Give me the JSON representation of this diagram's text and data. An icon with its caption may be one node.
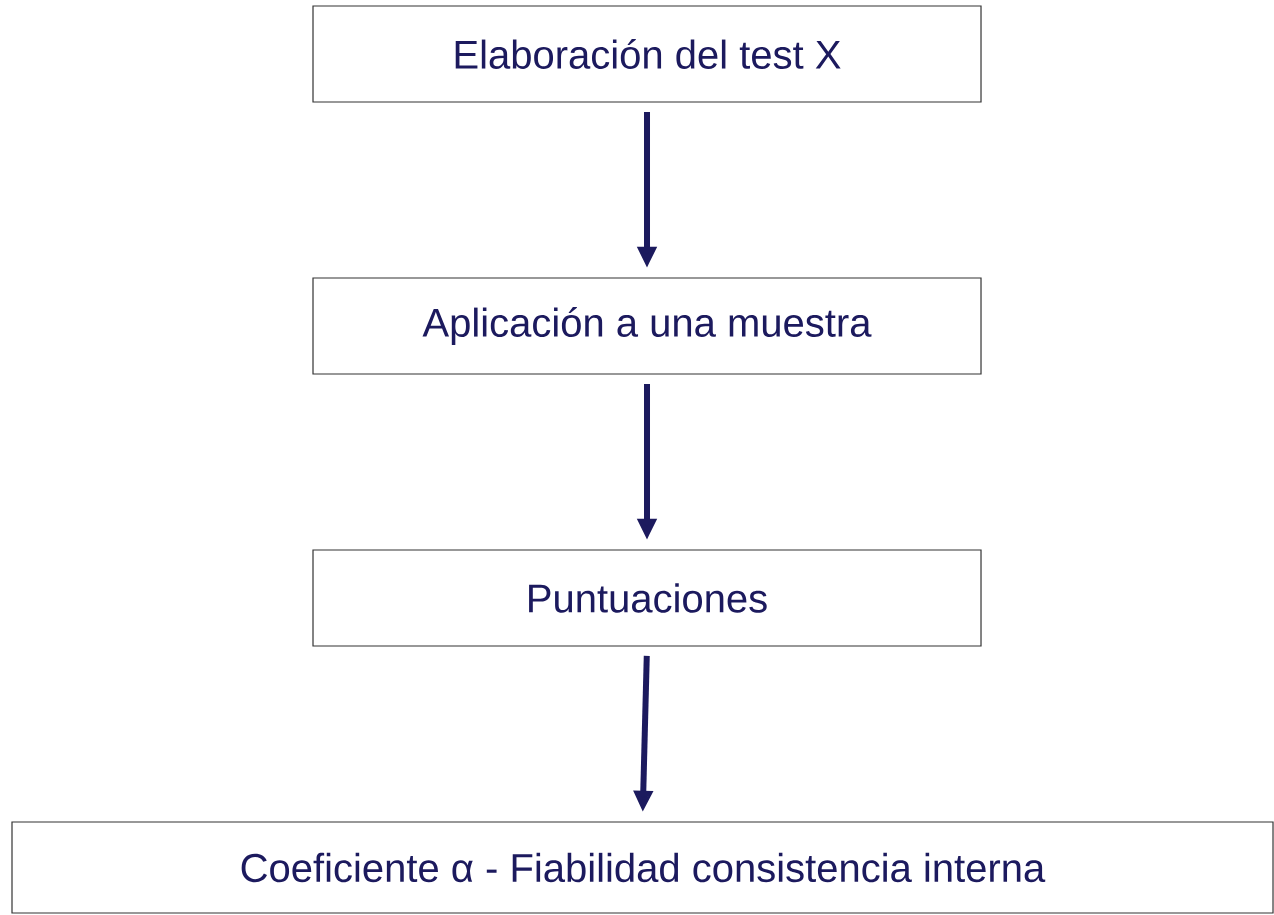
{
  "diagram": {
    "nodes": [
      {
        "text": [
          "Elaboración del test X"
        ]
      },
      {
        "text": [
          "Aplicación a una muestra"
        ]
      },
      {
        "text": [
          "Puntuaciones"
        ]
      },
      {
        "text": [
          "Coeficiente α - Fiabilidad consistencia interna"
        ]
      }
    ],
    "edges": [
      {
        "from": 0,
        "to": 1,
        "arrow": "to"
      },
      {
        "from": 1,
        "to": 2,
        "arrow": "to"
      },
      {
        "from": 2,
        "to": 3,
        "arrow": "to"
      }
    ]
  }
}
